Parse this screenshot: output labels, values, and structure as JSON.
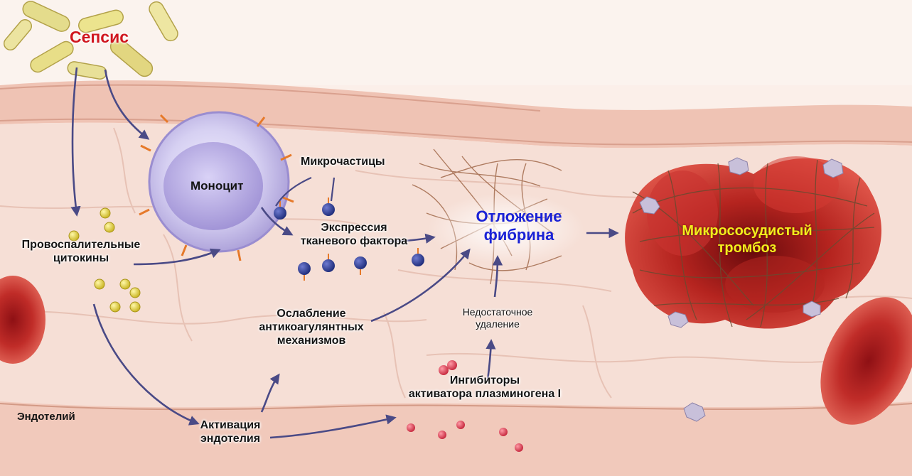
{
  "diagram": {
    "sepsis": "Сепсис",
    "monocyte": "Моноцит",
    "microparticles": "Микрочастицы",
    "tissue_factor": [
      "Экспрессия",
      "тканевого фактора"
    ],
    "cytokines": [
      "Провоспалительные",
      "цитокины"
    ],
    "fibrin": [
      "Отложение",
      "фибрина"
    ],
    "thrombosis": [
      "Микрососудистый",
      "тромбоз"
    ],
    "insufficient_removal": [
      "Недостаточное",
      "удаление"
    ],
    "anticoagulant": [
      "Ослабление",
      "антикоагулянтных",
      "механизмов"
    ],
    "pai": [
      "Ингибиторы",
      "активатора плазминогена I"
    ],
    "endothelium": "Эндотелий",
    "activation": [
      "Активация",
      "эндотелия"
    ],
    "colors": {
      "sepsis": "#d0161f",
      "fibrin": "#1a22d6",
      "thrombosis": "#f2ee1c",
      "arrow": "#4a4a86",
      "tissue": "#f4dcd2",
      "vessel_wall": "#e8b9a8",
      "red_cell": "#c8322e"
    }
  }
}
